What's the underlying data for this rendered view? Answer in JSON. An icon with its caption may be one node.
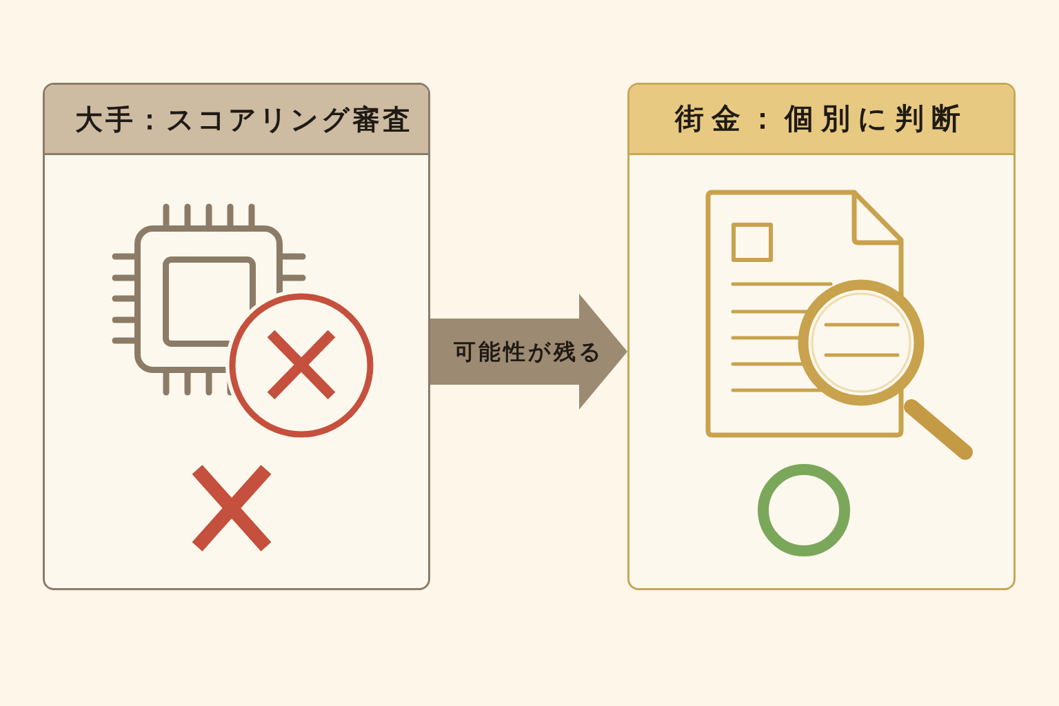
{
  "diagram": {
    "nodes": [
      {
        "text": [
          "大手：スコアリング審査"
        ]
      },
      {
        "text": [
          "街金：個別に判断"
        ]
      }
    ],
    "edges": [
      {
        "from": 0,
        "to": 1,
        "arrow": "to",
        "label": "可能性が残る",
        "style": "thick"
      }
    ]
  }
}
